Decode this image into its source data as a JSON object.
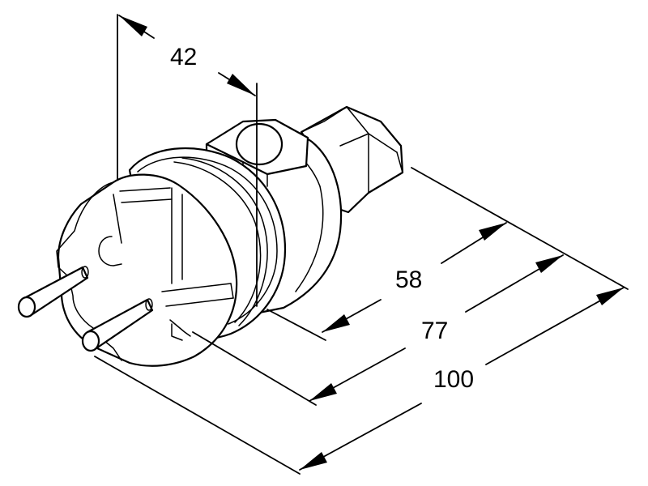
{
  "dimensions": {
    "d42": "42",
    "d58": "58",
    "d77": "77",
    "d100": "100"
  }
}
